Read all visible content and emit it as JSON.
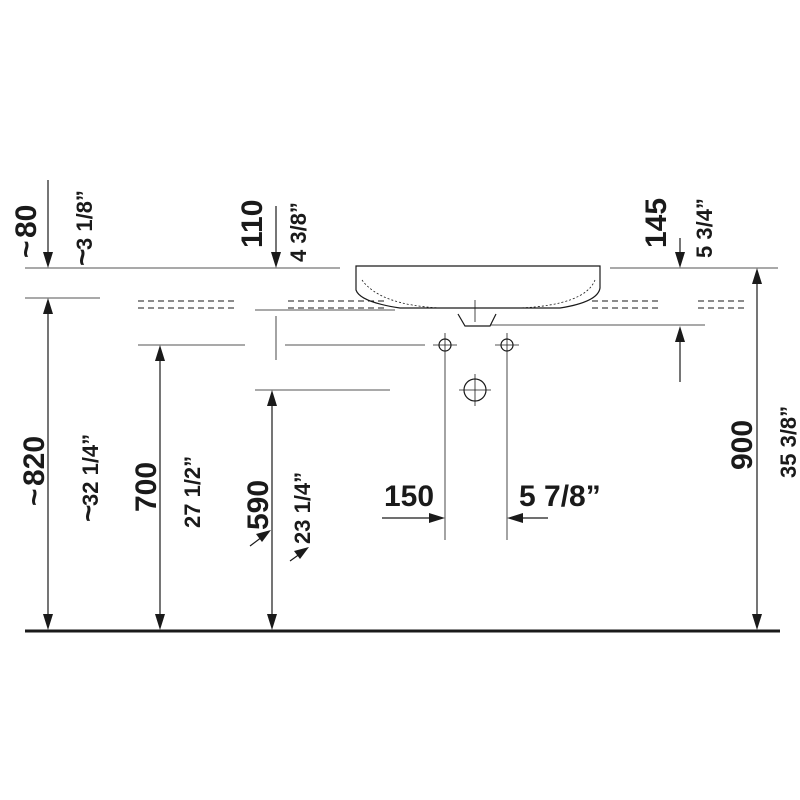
{
  "dimensions": {
    "top_left_mm": "80",
    "top_left_in": "3 1/8”",
    "top_left_approx": "~",
    "top_mid_mm": "110",
    "top_mid_in": "4 3/8”",
    "top_right_mm": "145",
    "top_right_in": "5 3/4”",
    "left_mm": "820",
    "left_in": "32 1/4”",
    "left_approx": "~",
    "h700_mm": "700",
    "h700_in": "27 1/2”",
    "h590_mm": "590",
    "h590_in": "23 1/4”",
    "spacing_mm": "150",
    "spacing_in": "5 7/8”",
    "right_mm": "900",
    "right_in": "35 3/8”"
  }
}
